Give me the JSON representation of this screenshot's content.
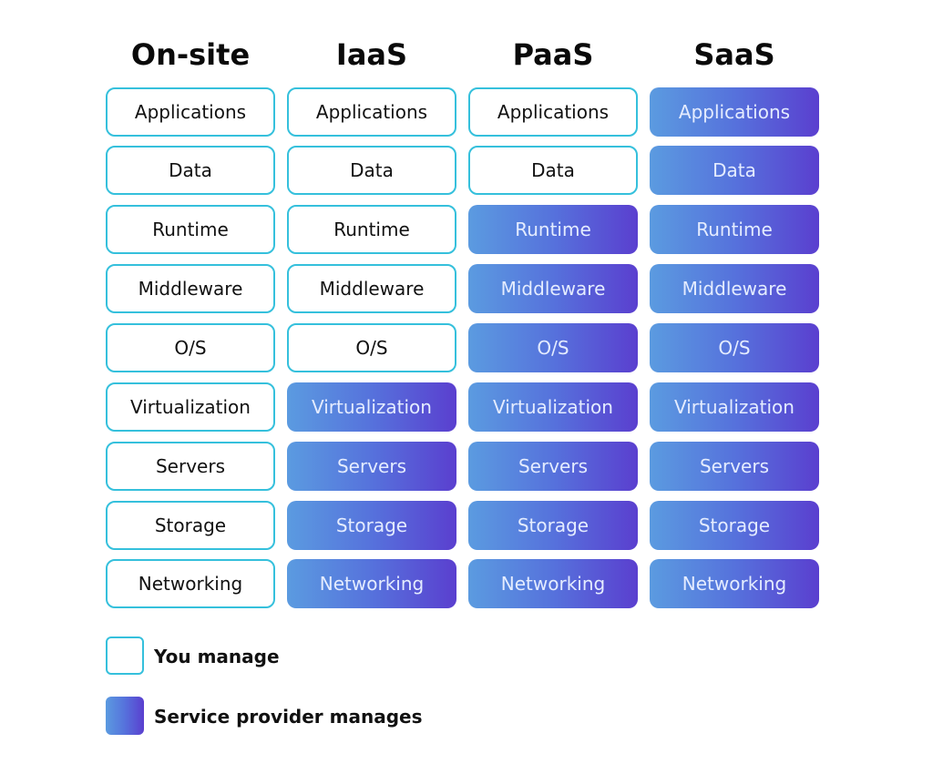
{
  "columns": [
    {
      "title": "On-site",
      "cells": [
        {
          "label": "Applications",
          "managed_by": "you"
        },
        {
          "label": "Data",
          "managed_by": "you"
        },
        {
          "label": "Runtime",
          "managed_by": "you"
        },
        {
          "label": "Middleware",
          "managed_by": "you"
        },
        {
          "label": "O/S",
          "managed_by": "you"
        },
        {
          "label": "Virtualization",
          "managed_by": "you"
        },
        {
          "label": "Servers",
          "managed_by": "you"
        },
        {
          "label": "Storage",
          "managed_by": "you"
        },
        {
          "label": "Networking",
          "managed_by": "you"
        }
      ]
    },
    {
      "title": "IaaS",
      "cells": [
        {
          "label": "Applications",
          "managed_by": "you"
        },
        {
          "label": "Data",
          "managed_by": "you"
        },
        {
          "label": "Runtime",
          "managed_by": "you"
        },
        {
          "label": "Middleware",
          "managed_by": "you"
        },
        {
          "label": "O/S",
          "managed_by": "you"
        },
        {
          "label": "Virtualization",
          "managed_by": "provider"
        },
        {
          "label": "Servers",
          "managed_by": "provider"
        },
        {
          "label": "Storage",
          "managed_by": "provider"
        },
        {
          "label": "Networking",
          "managed_by": "provider"
        }
      ]
    },
    {
      "title": "PaaS",
      "cells": [
        {
          "label": "Applications",
          "managed_by": "you"
        },
        {
          "label": "Data",
          "managed_by": "you"
        },
        {
          "label": "Runtime",
          "managed_by": "provider"
        },
        {
          "label": "Middleware",
          "managed_by": "provider"
        },
        {
          "label": "O/S",
          "managed_by": "provider"
        },
        {
          "label": "Virtualization",
          "managed_by": "provider"
        },
        {
          "label": "Servers",
          "managed_by": "provider"
        },
        {
          "label": "Storage",
          "managed_by": "provider"
        },
        {
          "label": "Networking",
          "managed_by": "provider"
        }
      ]
    },
    {
      "title": "SaaS",
      "cells": [
        {
          "label": "Applications",
          "managed_by": "provider"
        },
        {
          "label": "Data",
          "managed_by": "provider"
        },
        {
          "label": "Runtime",
          "managed_by": "provider"
        },
        {
          "label": "Middleware",
          "managed_by": "provider"
        },
        {
          "label": "O/S",
          "managed_by": "provider"
        },
        {
          "label": "Virtualization",
          "managed_by": "provider"
        },
        {
          "label": "Servers",
          "managed_by": "provider"
        },
        {
          "label": "Storage",
          "managed_by": "provider"
        },
        {
          "label": "Networking",
          "managed_by": "provider"
        }
      ]
    }
  ],
  "legend": {
    "you_label": "You manage",
    "provider_label": "Service provider manages"
  },
  "colors": {
    "you_border": "#35c0dc",
    "you_fill": "#ffffff",
    "provider_gradient_start": "#5b9be0",
    "provider_gradient_end": "#5a3fcf",
    "provider_text": "#e4ecff"
  }
}
